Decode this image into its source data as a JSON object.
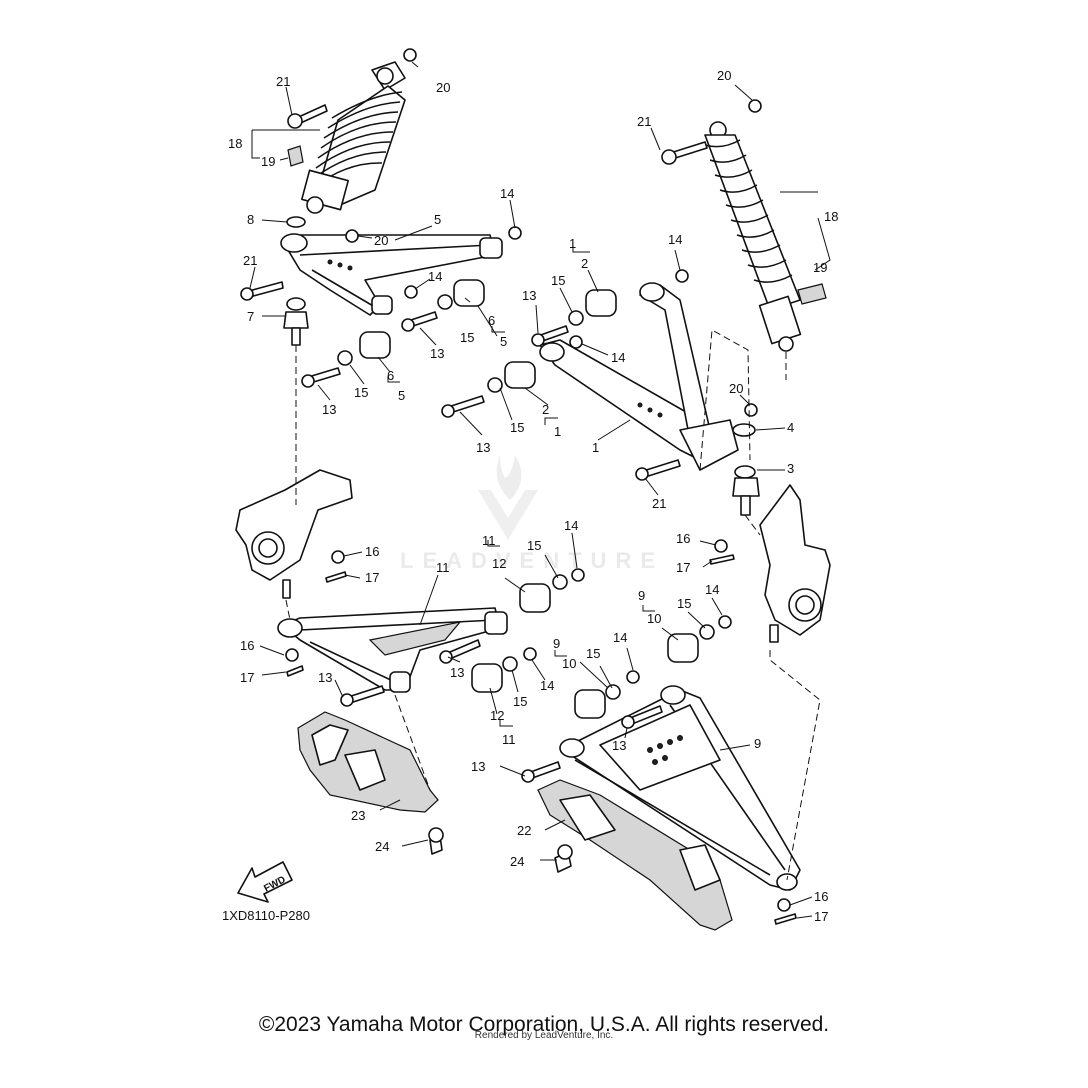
{
  "diagram_code": "1XD8110-P280",
  "watermark_text": "LEADVENTURE",
  "fwd_label": "FWD",
  "copyright": "©2023 Yamaha Motor Corporation, U.S.A. All rights reserved.",
  "rendered_by": "Rendered by LeadVenture, Inc.",
  "callouts": [
    "1",
    "2",
    "3",
    "4",
    "5",
    "6",
    "7",
    "8",
    "9",
    "10",
    "11",
    "12",
    "13",
    "14",
    "15",
    "16",
    "17",
    "18",
    "19",
    "20",
    "21",
    "22",
    "23",
    "24"
  ]
}
